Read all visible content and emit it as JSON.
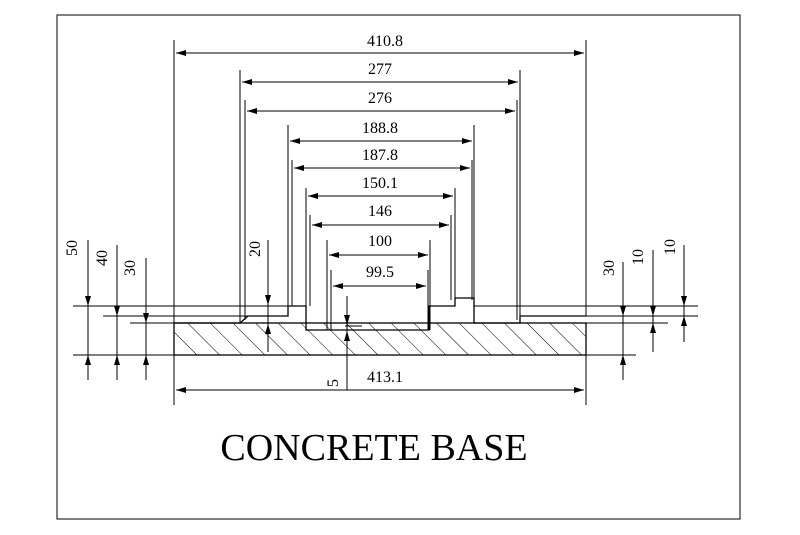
{
  "title": "CONCRETE BASE",
  "horizontal_dims": [
    "410.8",
    "277",
    "276",
    "188.8",
    "187.8",
    "150.1",
    "146",
    "100",
    "99.5",
    "413.1"
  ],
  "vertical_dims_left": [
    "50",
    "40",
    "30",
    "20"
  ],
  "vertical_dims_right": [
    "30",
    "10",
    "10"
  ],
  "center_dim": "5"
}
